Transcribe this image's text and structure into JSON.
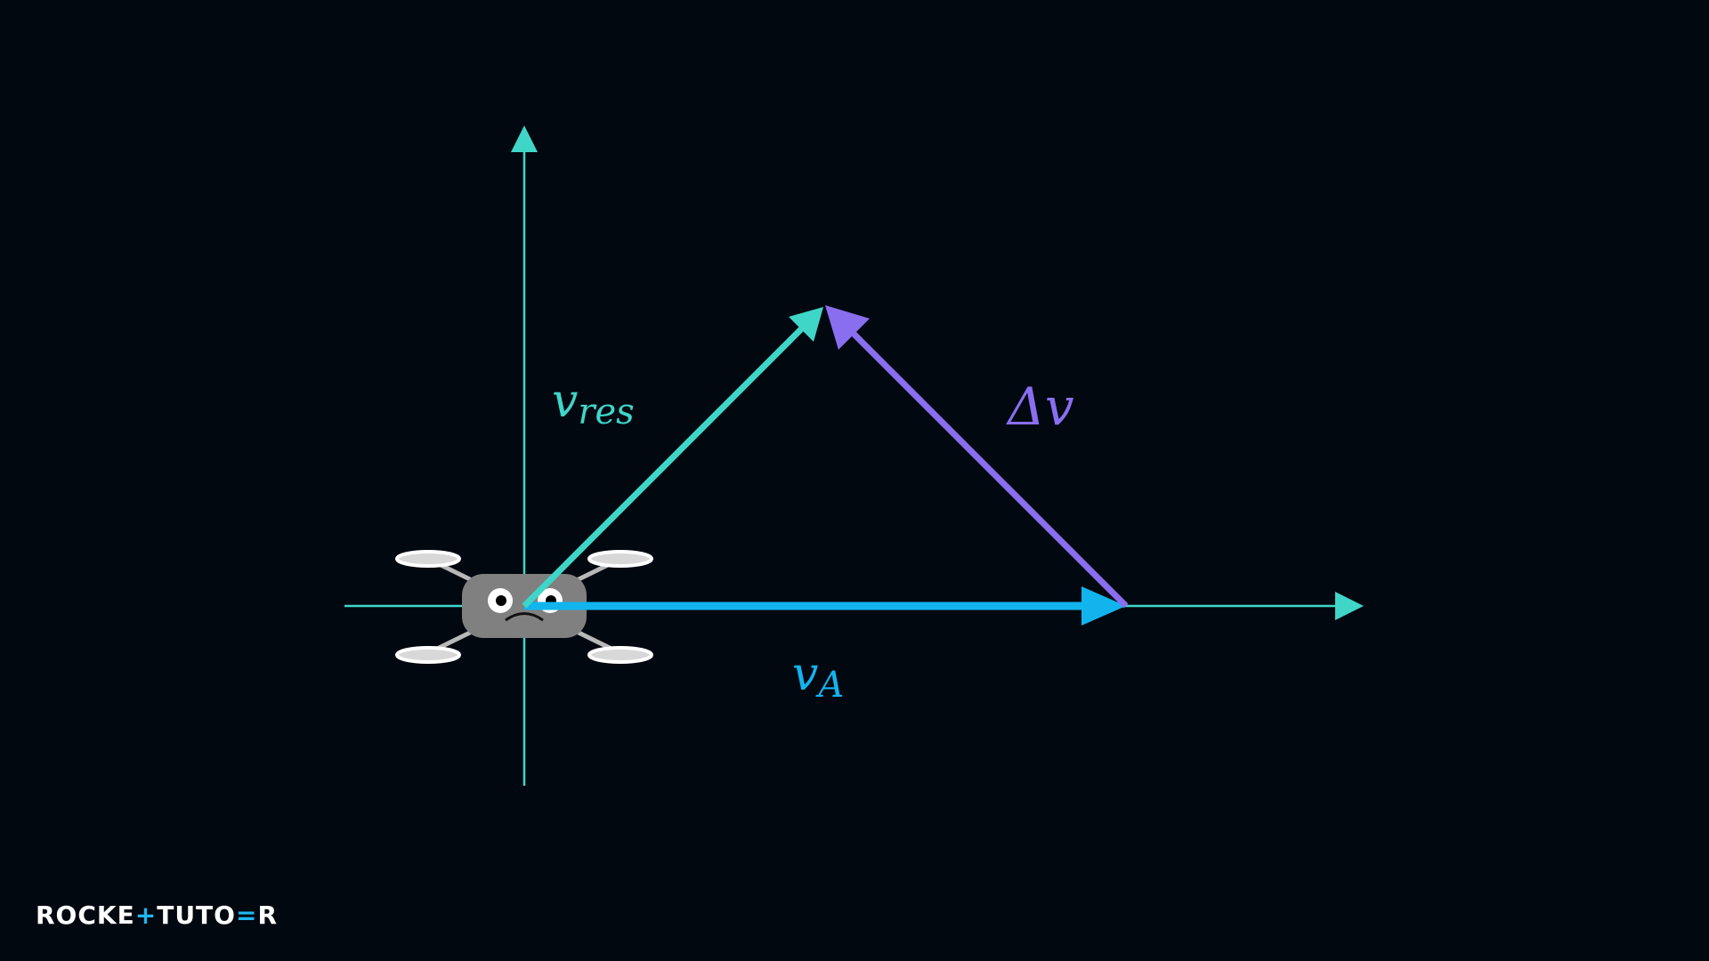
{
  "colors": {
    "background": "#020810",
    "axis": "#3fd6c8",
    "v_res": "#3fd6c8",
    "delta_v": "#8a6ef0",
    "v_a": "#12b4ee",
    "drone_body": "#808080",
    "drone_rotor": "#ffffff",
    "logo_text": "#ffffff",
    "logo_accent": "#1fb7f0"
  },
  "labels": {
    "v_res": {
      "main": "v",
      "sub": "res"
    },
    "delta_v": {
      "main": "Δv"
    },
    "v_a": {
      "main": "v",
      "sub": "A"
    }
  },
  "logo": {
    "part1": "ROCKE",
    "accent": "+",
    "part2": "TUTO",
    "accent2": "=",
    "part3": "R"
  },
  "icons": {
    "drone": "drone-icon",
    "drone_face": "sad-face"
  }
}
